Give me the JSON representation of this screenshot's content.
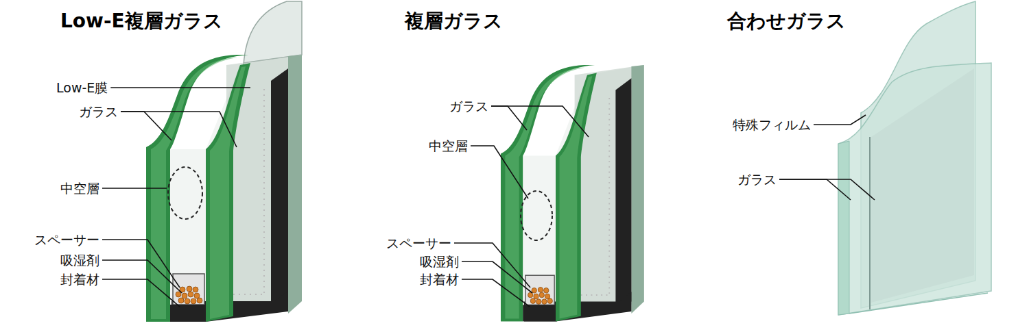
{
  "diagram": {
    "labels": [
      "Low-E複層ガラス",
      "Low-E膜",
      "ガラス",
      "中空層",
      "スペーサー",
      "吸湿剤",
      "封着材",
      "複層ガラス",
      "ガラス",
      "中空層",
      "スペーサー",
      "吸湿剤",
      "封着材",
      "合わせガラス",
      "特殊フィルム",
      "ガラス"
    ]
  }
}
